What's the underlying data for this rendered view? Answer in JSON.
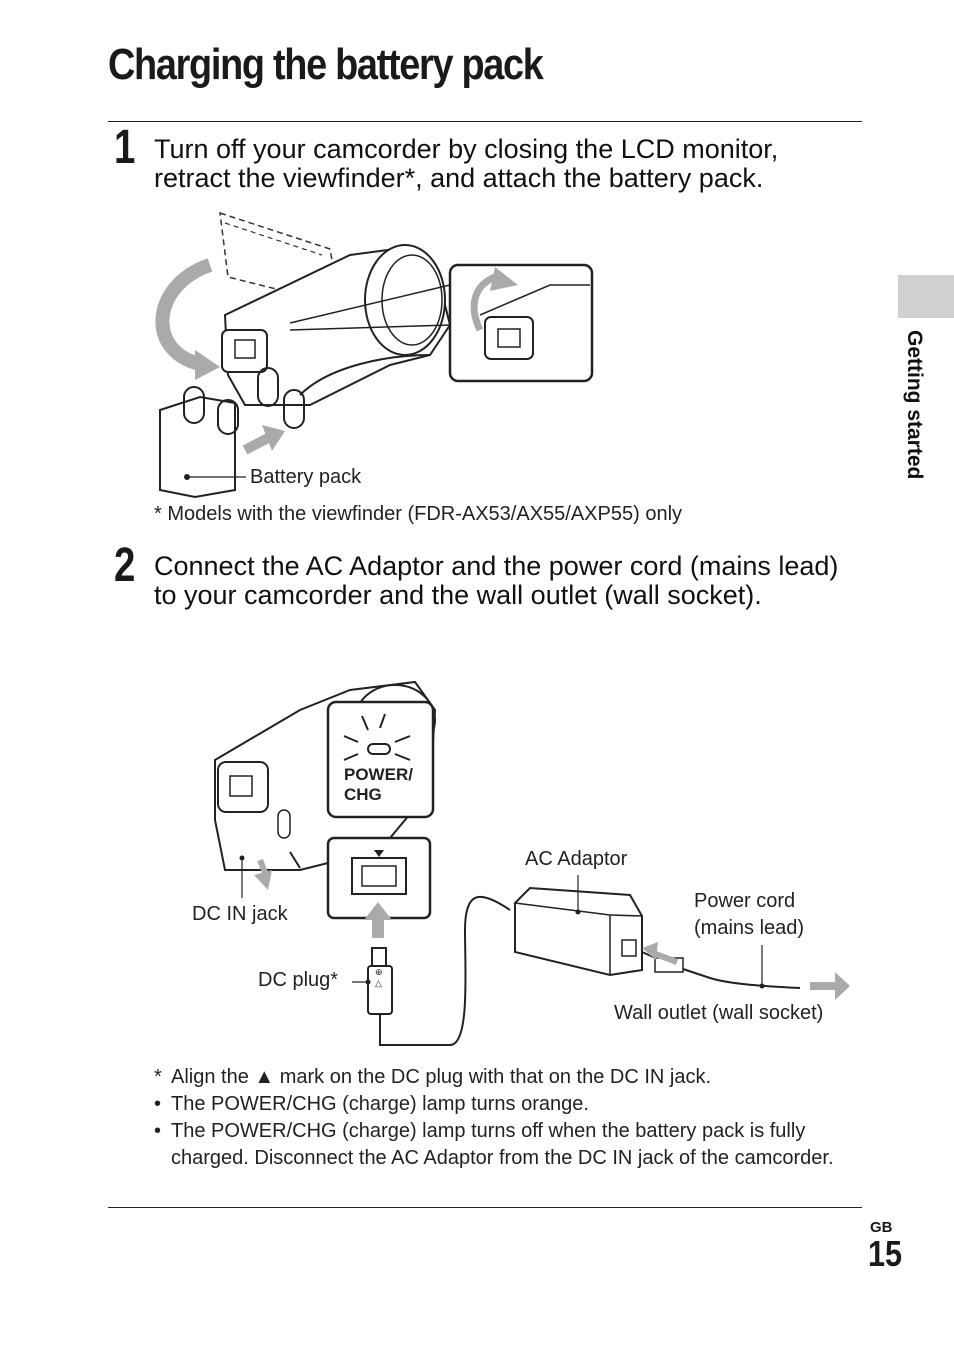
{
  "header": {
    "title": "Charging the battery pack"
  },
  "side_tab": {
    "label": "Getting started"
  },
  "step1": {
    "number": "1",
    "text": "Turn off your camcorder by closing the LCD monitor, retract the viewfinder*, and attach the battery pack.",
    "battery_label": "Battery pack",
    "footnote": "* Models with the viewfinder (FDR-AX53/AX55/AXP55) only"
  },
  "step2": {
    "number": "2",
    "text": "Connect the AC Adaptor and the power cord (mains lead) to your camcorder and the wall outlet (wall socket).",
    "lamp_label_line1": "POWER/",
    "lamp_label_line2": "CHG",
    "labels": {
      "ac_adaptor": "AC Adaptor",
      "power_cord_line1": "Power cord",
      "power_cord_line2": "(mains lead)",
      "dc_in_jack": "DC IN jack",
      "dc_plug": "DC plug*",
      "wall_outlet": "Wall outlet (wall socket)"
    }
  },
  "notes": [
    {
      "mark": "*",
      "text": "Align the ▲ mark on the DC plug with that on the DC IN jack."
    },
    {
      "mark": "•",
      "text": "The POWER/CHG (charge) lamp turns orange."
    },
    {
      "mark": "•",
      "text": "The POWER/CHG (charge) lamp turns off when the battery pack is fully charged. Disconnect the AC Adaptor from the DC IN jack of the camcorder."
    }
  ],
  "footer": {
    "region": "GB",
    "page_number": "15"
  }
}
